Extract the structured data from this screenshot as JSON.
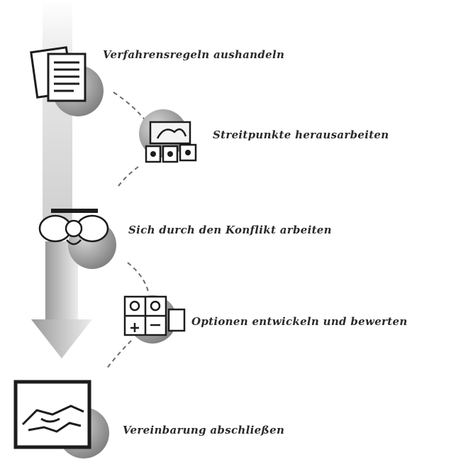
{
  "steps": [
    {
      "label": "Verfahrensregeln aushandeln",
      "icon": "document-stack-icon"
    },
    {
      "label": "Streitpunkte herausarbeiten",
      "icon": "puzzle-pieces-icon"
    },
    {
      "label": "Sich durch den Konflikt arbeiten",
      "icon": "people-talking-icon"
    },
    {
      "label": "Optionen entwickeln und bewerten",
      "icon": "option-grid-icon"
    },
    {
      "label": "Vereinbarung abschließen",
      "icon": "handshake-icon"
    }
  ],
  "colors": {
    "arrow": "#b9b9b9",
    "circle": "#8c8c8c",
    "icon_line": "#1c1c1c",
    "dash": "#6a6a6a"
  }
}
